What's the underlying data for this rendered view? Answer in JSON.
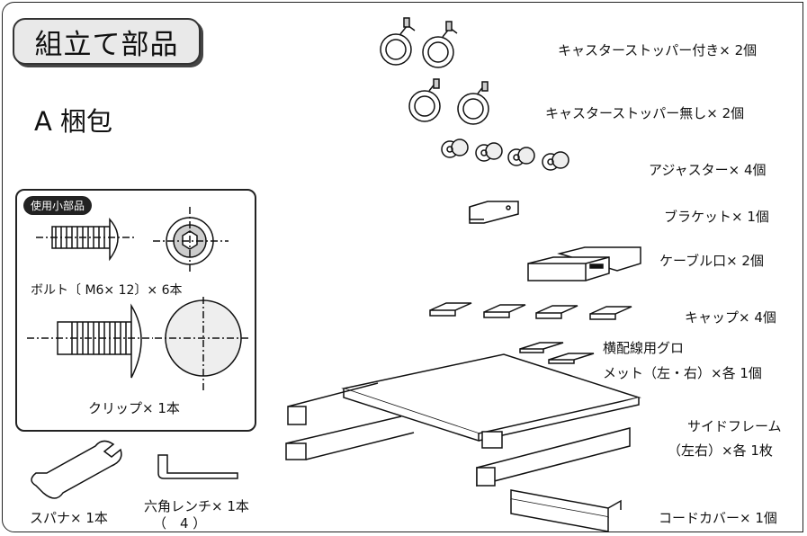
{
  "title": "組立て部品",
  "package_label": "A 梱包",
  "small_parts": {
    "tag": "使用小部品",
    "bolt": "ボルト〔 M6× 12〕× 6本",
    "clip": "クリップ× 1本"
  },
  "tools": {
    "spanner": "スパナ× 1本",
    "hex_wrench_line1": "六角レンチ× 1本",
    "hex_wrench_line2": "（　4 ）"
  },
  "parts": [
    {
      "label": "キャスターストッパー付き× 2個"
    },
    {
      "label": "キャスターストッパー無し× 2個"
    },
    {
      "label": "アジャスター× 4個"
    },
    {
      "label": "ブラケット× 1個"
    },
    {
      "label": "ケーブル口× 2個"
    },
    {
      "label": "キャップ× 4個"
    },
    {
      "label": "横配線用グロ"
    },
    {
      "label": "メット（左・右）×各 1個"
    },
    {
      "label": "サイドフレーム"
    },
    {
      "label": "（左右）×各 1枚"
    },
    {
      "label": "コードカバー× 1個"
    }
  ]
}
